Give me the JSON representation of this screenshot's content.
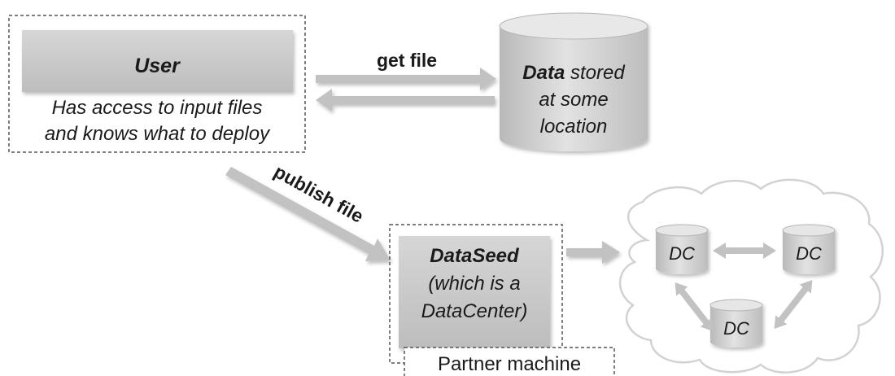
{
  "user_box": {
    "title": "User",
    "description_line1": "Has access to input files",
    "description_line2": "and knows what to deploy"
  },
  "data_store": {
    "bold_word": "Data",
    "rest_line1": " stored",
    "line2": "at some",
    "line3": "location"
  },
  "arrows": {
    "get_file": "get file",
    "publish_file": "publish file"
  },
  "dataseed_box": {
    "title": "DataSeed",
    "line2": "(which is a",
    "line3": "DataCenter)"
  },
  "partner_label": "Partner machine",
  "cloud": {
    "dc_left": "DC",
    "dc_right": "DC",
    "dc_bottom": "DC"
  },
  "colors": {
    "box_fill": "#c8c8c8",
    "arrow": "#c2c2c2",
    "cloud_stroke": "#d4d4d4",
    "dashed_border": "#555555"
  }
}
